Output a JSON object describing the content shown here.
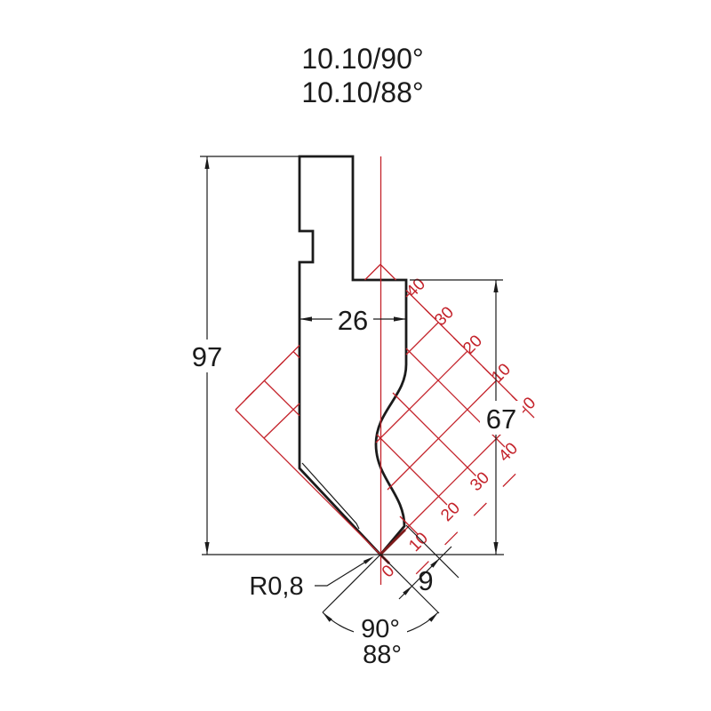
{
  "title": {
    "line1": "10.10/90°",
    "line2": "10.10/88°"
  },
  "dimensions": {
    "height_total": "97",
    "body_width": "26",
    "working_height": "67",
    "tip_face_width": "9",
    "tip_radius": "R0,8",
    "angle_primary": "90°",
    "angle_secondary": "88°"
  },
  "scales": {
    "a_labels": [
      "40",
      "30",
      "20",
      "10",
      "0"
    ],
    "b_labels": [
      "40",
      "30",
      "20",
      "10",
      "0"
    ]
  },
  "colors": {
    "outline_black": "#1b1b1b",
    "scale_red": "#c4232b",
    "overlap_dark_red": "#7e1a1a",
    "background": "#ffffff"
  }
}
